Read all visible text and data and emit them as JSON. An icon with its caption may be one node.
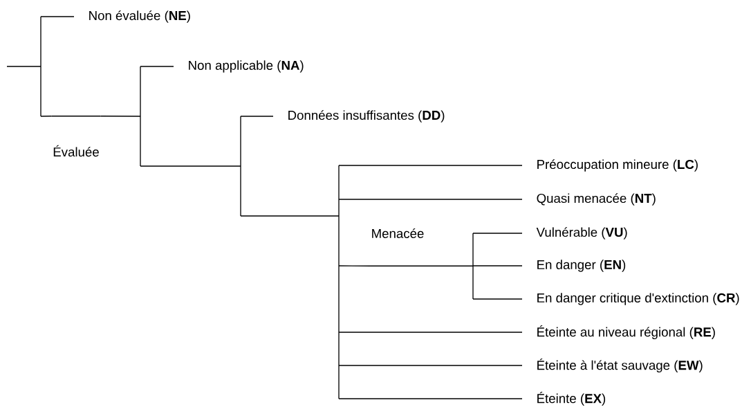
{
  "diagram": {
    "nodes": [
      {
        "text": [
          "Non évaluée (**NE**)"
        ]
      },
      {
        "text": [
          "Évaluée"
        ]
      },
      {
        "text": [
          "Non applicable (**NA**)"
        ]
      },
      {
        "text": [
          "Données insuffisantes (**DD**)"
        ]
      },
      {
        "text": [
          "Préoccupation mineure (**LC**)"
        ]
      },
      {
        "text": [
          "Quasi menacée (**NT**)"
        ]
      },
      {
        "text": [
          "Menacée"
        ]
      },
      {
        "text": [
          "Vulnérable (**VU**)"
        ]
      },
      {
        "text": [
          "En danger (**EN**)"
        ]
      },
      {
        "text": [
          "En danger critique d'extinction (**CR**)"
        ]
      },
      {
        "text": [
          "Éteinte au niveau régional (**RE**)"
        ]
      },
      {
        "text": [
          "Éteinte à l'état sauvage (**EW**)"
        ]
      },
      {
        "text": [
          "Éteinte (**EX**)"
        ]
      }
    ],
    "edges": [
      {
        "from": null,
        "to": 0,
        "arrow": "none"
      },
      {
        "from": null,
        "to": 1,
        "arrow": "none"
      },
      {
        "from": 1,
        "to": 2,
        "arrow": "none"
      },
      {
        "from": 1,
        "to": 3,
        "arrow": "none"
      },
      {
        "from": 1,
        "to": 4,
        "arrow": "none"
      },
      {
        "from": 1,
        "to": 5,
        "arrow": "none"
      },
      {
        "from": 1,
        "to": 6,
        "arrow": "none"
      },
      {
        "from": 1,
        "to": 10,
        "arrow": "none"
      },
      {
        "from": 1,
        "to": 11,
        "arrow": "none"
      },
      {
        "from": 1,
        "to": 12,
        "arrow": "none"
      },
      {
        "from": 6,
        "to": 7,
        "arrow": "none"
      },
      {
        "from": 6,
        "to": 8,
        "arrow": "none"
      },
      {
        "from": 6,
        "to": 9,
        "arrow": "none"
      }
    ]
  }
}
